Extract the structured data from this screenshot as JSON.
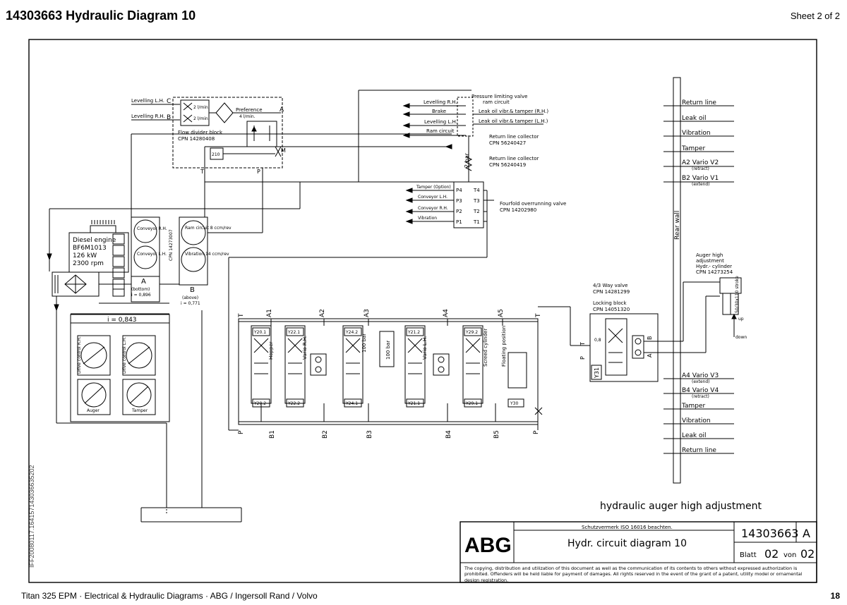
{
  "header": {
    "title": "14303663  Hydraulic Diagram 10",
    "sheet": "Sheet 2 of 2"
  },
  "footer": {
    "text": "Titan 325 EPM  ·  Electrical & Hydraulic Diagrams  ·  ABG / Ingersoll Rand / Volvo",
    "page": "18"
  },
  "side_code": "IFF20080117.164157143036635202",
  "flow_divider": {
    "left_labels": [
      "Levelling L.H.",
      "Levelling R.H."
    ],
    "port_c": "C",
    "port_b": "B",
    "port_a": "A",
    "port_m": "M",
    "port_t": "T",
    "port_p": "P",
    "rate1": "2 l/min.",
    "rate2": "2 l/min.",
    "preference": "Preference",
    "pref_rate": "4 l/min.",
    "title": "Flow divider block",
    "cpn": "CPN 14280408",
    "valve": "210"
  },
  "pressure_block": {
    "left_labels": [
      "Levelling R.H.",
      "Brake",
      "Levelling L.H.",
      "Ram circuit"
    ],
    "title1": "Pressure limiting valve",
    "title2": "ram circuit",
    "right_labels": [
      "Leak oil vibr.& tamper (R.H.)",
      "Leak oil vibr.& tamper (L.H.)"
    ],
    "collector1": "Return line collector",
    "collector1_cpn": "CPN 56240427",
    "collector2": "Return line collector",
    "collector2_cpn": "CPN 56240419",
    "bar": "2 bar"
  },
  "overrunning": {
    "left_labels": [
      "Tamper (Option)",
      "Conveyor L.H.",
      "Conveyor R.H.",
      "Vibration"
    ],
    "ports_p": [
      "P4",
      "P3",
      "P2",
      "P1"
    ],
    "ports_t": [
      "T4",
      "T3",
      "T2",
      "T1"
    ],
    "title": "Fourfold overrunning valve",
    "cpn": "CPN 14202980"
  },
  "engine": {
    "lines": [
      "Diesel engine",
      "BF6M1013",
      "126  kW",
      "2300  rpm"
    ],
    "pump_a": "A",
    "pump_a_note": "(bottom)",
    "pump_a_ratio": "i = 0,896",
    "pump_b": "B",
    "pump_b_note": "(above)",
    "pump_b_ratio": "i = 0,771",
    "gear_ratio": "i = 0,843",
    "cpn_vertical": "CPN 14273007",
    "conveyor_rh": "Conveyor R.H.",
    "conveyor_lh": "Conveyor L.H.",
    "ram_circuit": "Ram circuit 8 ccm/rev",
    "vibration": "Vibration 14 ccm/rev",
    "drive_rh": "Drive control R.H.",
    "drive_lh": "Drive control L.H.",
    "auger": "Auger",
    "tamper": "Tamper"
  },
  "valve_bank": {
    "ports_top": [
      "T",
      "A1",
      "A2",
      "A3",
      "A4",
      "A5",
      "T"
    ],
    "ports_bottom": [
      "P",
      "B1",
      "B2",
      "B3",
      "B4",
      "B5",
      "P"
    ],
    "solenoids_top": [
      "Y20.1",
      "Y22.1",
      "Y24.2",
      "Y21.2",
      "Y29.2"
    ],
    "solenoids_bottom": [
      "Y20.2",
      "Y22.2",
      "Y24.1",
      "Y21.1",
      "Y29.1",
      "Y30"
    ],
    "section_labels": [
      "Hopper",
      "Vario R.H.",
      "100 bar",
      "Vario L.H.",
      "Screed cylinder",
      "Floating position"
    ],
    "relief": "100 bar"
  },
  "locking": {
    "way_valve": "4/3 Way valve",
    "way_cpn": "CPN 14281299",
    "locking_block": "Locking block",
    "locking_cpn": "CPN 14051320",
    "solenoid": "Y31",
    "orifice": "0,8",
    "port_t": "T",
    "port_p": "P",
    "port_a": "A",
    "port_b": "B"
  },
  "auger_cylinder": {
    "lines": [
      "Auger high",
      "adjustment",
      "Hydr.- cylinder",
      "CPN 14273254"
    ],
    "up": "up",
    "down": "down",
    "stroke": "50/30x110 stroke"
  },
  "rear_wall": {
    "label": "Rear wall",
    "upper": [
      "Return line",
      "Leak oil",
      "Vibration",
      "Tamper",
      "A2  Vario  V2",
      "B2  Vario  V1"
    ],
    "upper_notes": [
      "(retract)",
      "(extend)"
    ],
    "lower": [
      "A4  Vario  V3",
      "B4  Vario  V4",
      "Tamper",
      "Vibration",
      "Leak  oil",
      "Return  line"
    ],
    "lower_notes": [
      "(extend)",
      "(retract)"
    ]
  },
  "caption": "hydraulic  auger  high  adjustment",
  "title_block": {
    "logo": "ABG",
    "protection": "Schutzvermerk ISO 16016 beachten.",
    "description": "Hydr.  circuit  diagram  10",
    "number": "14303663",
    "revision": "A",
    "blatt_label": "Blatt",
    "blatt": "02",
    "von_label": "von",
    "von": "02",
    "notice": "The copying, distribution and utilization of this document as well as the communication of its contents to others without expressed authorization is prohibited. Offenders will be held liable for payment of damages. All rights reserved in the event of the grant of a patent, utility model or ornamental design registration."
  }
}
